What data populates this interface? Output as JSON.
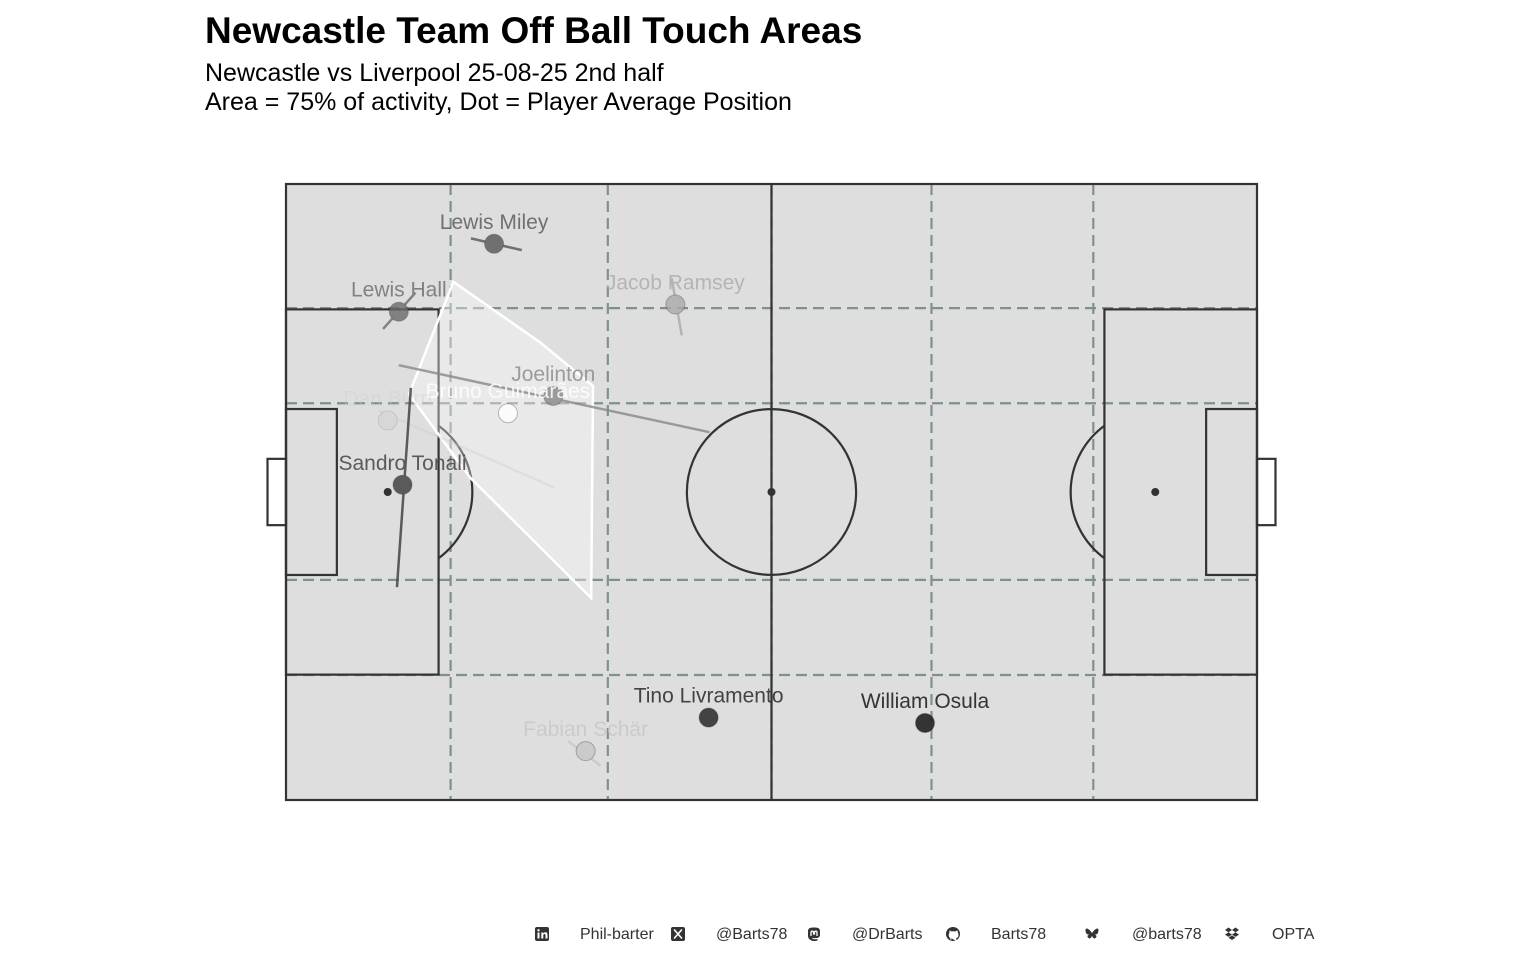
{
  "title": "Newcastle Team Off Ball Touch Areas",
  "subtitle_line1": "Newcastle vs Liverpool 25-08-25 2nd half",
  "subtitle_line2": "Area = 75% of activity, Dot = Player Average Position",
  "chart_data": {
    "type": "scatter",
    "pitch": {
      "length": 105,
      "width": 68,
      "attack_direction": "left-to-right"
    },
    "players": [
      {
        "name": "Lewis Miley",
        "x": 22.5,
        "y": 61.4,
        "color": "#555555",
        "opacity": 0.8,
        "line": [
          [
            20.0,
            62.0
          ],
          [
            25.5,
            60.7
          ]
        ]
      },
      {
        "name": "Lewis Hall",
        "x": 12.2,
        "y": 53.9,
        "color": "#6a6a6a",
        "opacity": 0.8,
        "line": [
          [
            14.0,
            56.0
          ],
          [
            10.5,
            52.0
          ]
        ]
      },
      {
        "name": "Jacob Ramsey",
        "x": 42.1,
        "y": 54.7,
        "color": "#aaaaaa",
        "opacity": 0.8,
        "line": [
          [
            41.7,
            57.6
          ],
          [
            42.8,
            51.3
          ]
        ]
      },
      {
        "name": "Joelinton",
        "x": 28.9,
        "y": 44.6,
        "color": "#888888",
        "opacity": 0.8,
        "line": [
          [
            12.2,
            48.0
          ],
          [
            45.8,
            40.6
          ]
        ]
      },
      {
        "name": "Bruno Guimarães",
        "x": 24.0,
        "y": 42.7,
        "color": "#ffffff",
        "opacity": 0.85,
        "line": []
      },
      {
        "name": "Dan Burn",
        "x": 11.0,
        "y": 41.9,
        "color": "#cccccc",
        "opacity": 0.35,
        "line": [
          [
            10.0,
            43.0
          ],
          [
            29.0,
            34.5
          ]
        ]
      },
      {
        "name": "Sandro Tonali",
        "x": 12.6,
        "y": 34.8,
        "color": "#444444",
        "opacity": 0.85,
        "line": [
          [
            13.5,
            45.5
          ],
          [
            12.0,
            23.5
          ]
        ]
      },
      {
        "name": "Tino Livramento",
        "x": 45.7,
        "y": 9.1,
        "color": "#333333",
        "opacity": 0.9,
        "line": []
      },
      {
        "name": "Fabian Schär",
        "x": 32.4,
        "y": 5.4,
        "color": "#c8c8c8",
        "opacity": 0.85,
        "line": [
          [
            30.5,
            6.5
          ],
          [
            34.0,
            3.8
          ]
        ]
      },
      {
        "name": "William Osula",
        "x": 69.1,
        "y": 8.5,
        "color": "#222222",
        "opacity": 0.9,
        "line": []
      }
    ],
    "area": {
      "player": "Bruno Guimarães",
      "polygon": [
        [
          18.1,
          57.2
        ],
        [
          13.3,
          44.8
        ],
        [
          19.9,
          35.6
        ],
        [
          33.0,
          22.3
        ],
        [
          33.2,
          45.7
        ],
        [
          27.5,
          50.5
        ]
      ]
    },
    "grid_lines_x": [
      17.8,
      34.8,
      52.5,
      69.8,
      87.3
    ],
    "grid_lines_y": [
      13.8,
      24.3,
      43.8,
      54.3
    ],
    "colors": {
      "pitch": "#dedede",
      "lines": "#333333",
      "grid": "#7f9090",
      "area": "#ffffff"
    }
  },
  "footer": {
    "linkedin": "Phil-barter",
    "x_twitter": "@Barts78",
    "mastodon": "@DrBarts",
    "github": "Barts78",
    "bluesky": "@barts78",
    "data_source": "OPTA"
  },
  "icons": {
    "linkedin": "linkedin-icon",
    "x_twitter": "x-icon",
    "mastodon": "mastodon-icon",
    "github": "github-icon",
    "bluesky": "bluesky-icon",
    "dropbox": "dropbox-icon"
  }
}
